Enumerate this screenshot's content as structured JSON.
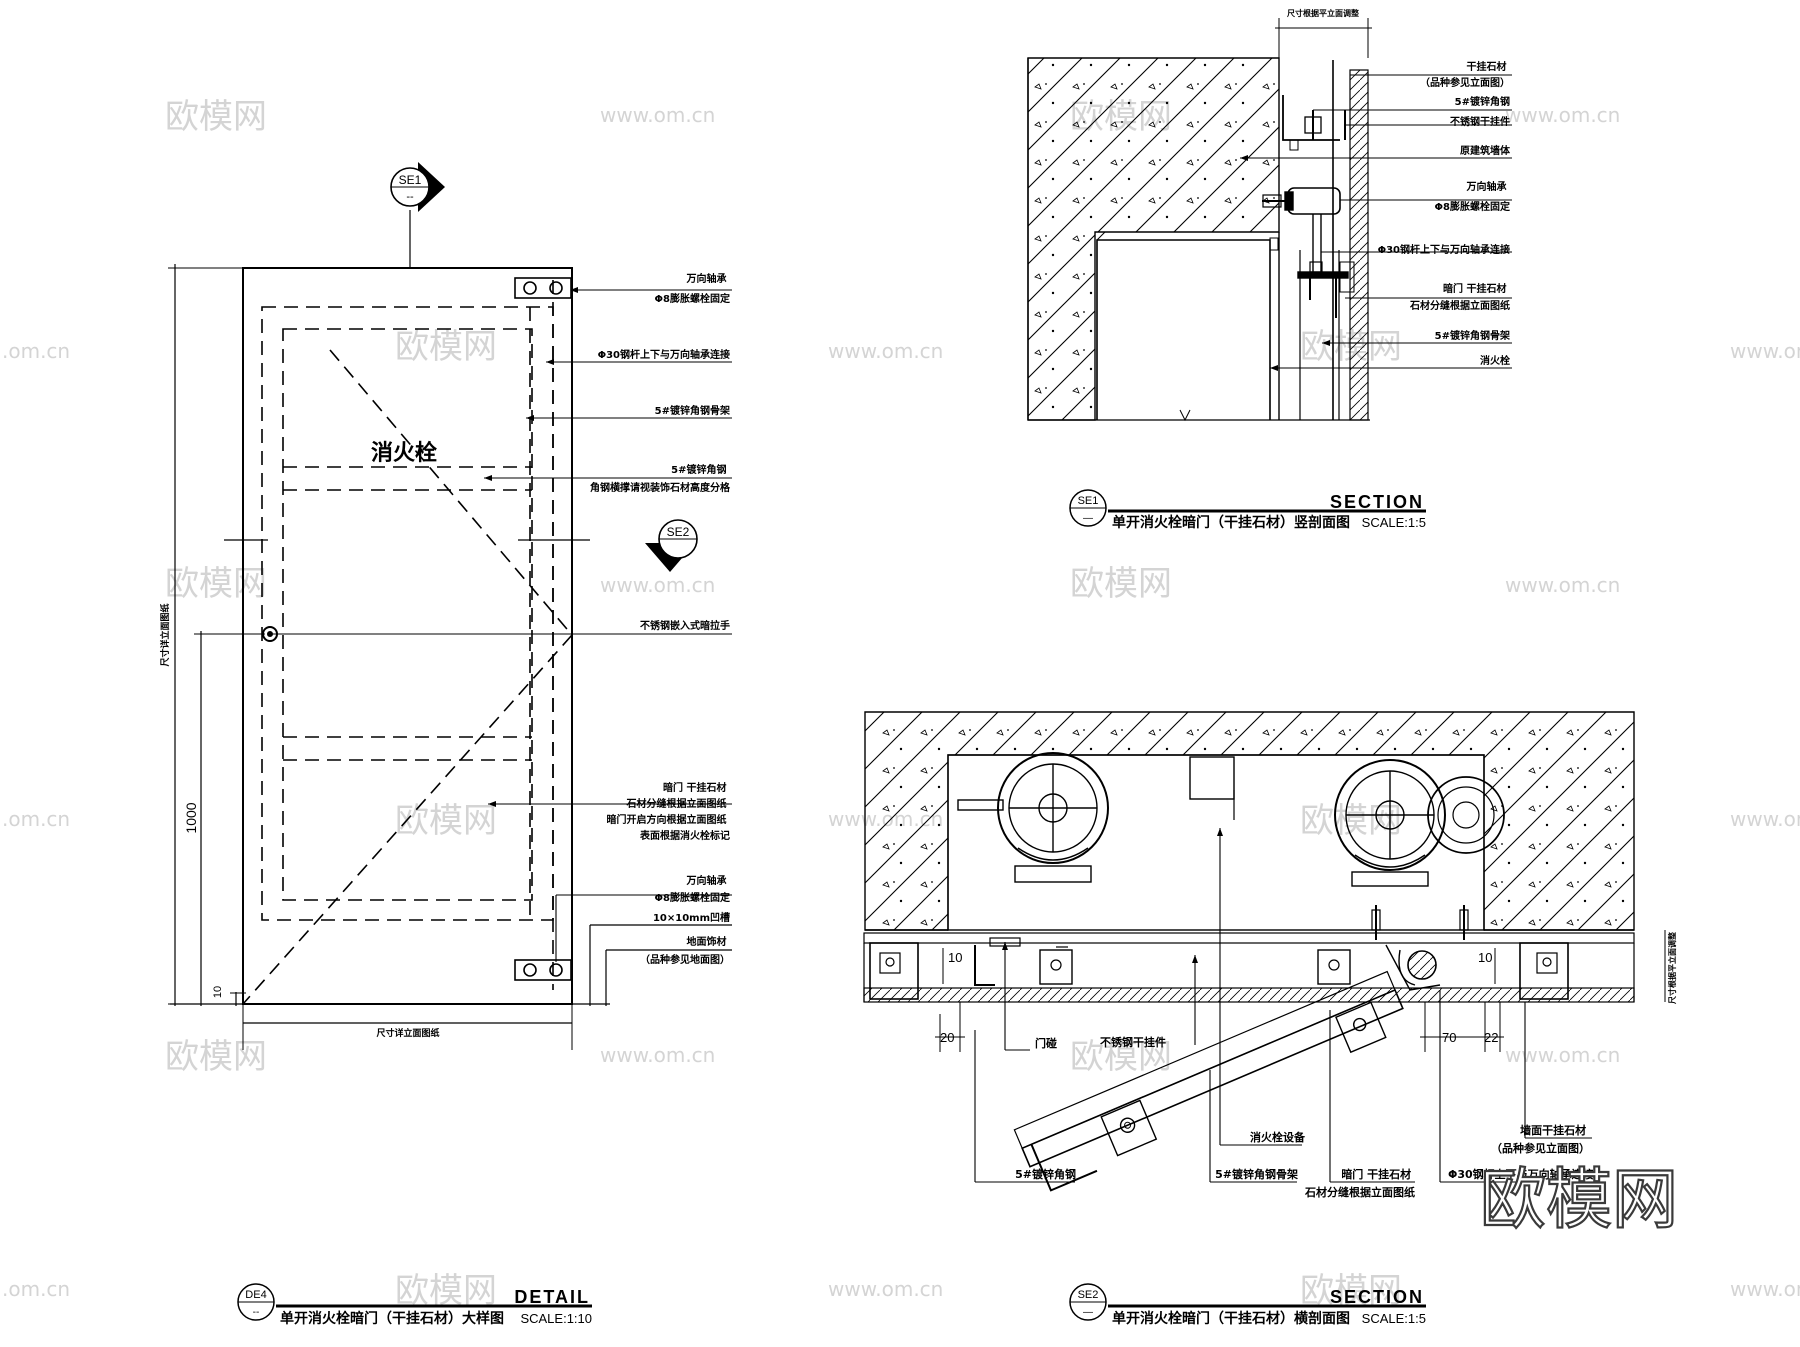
{
  "watermark": {
    "site_cn": "欧模网",
    "site_url": "www.om.cn",
    "site_tail": ".om.cn"
  },
  "door_elevation": {
    "room_label": "消火栓",
    "callouts": [
      [
        "万向轴承",
        "Φ8膨胀螺栓固定"
      ],
      [
        "Φ30钢杆上下与万向轴承连接"
      ],
      [
        "5#镀锌角钢骨架"
      ],
      [
        "5#镀锌角钢",
        "角钢横撑请视装饰石材高度分格"
      ],
      [
        "不锈钢嵌入式暗拉手"
      ],
      [
        "暗门 干挂石材",
        "石材分缝根据立面图纸",
        "暗门开启方向根据立面图纸",
        "表面根据消火栓标记"
      ],
      [
        "万向轴承",
        "Φ8膨胀螺栓固定"
      ],
      [
        "10×10mm凹槽"
      ],
      [
        "地面饰材",
        "（品种参见地面图）"
      ]
    ],
    "dim_total_height": "尺寸详立面图纸",
    "dim_handle_height": "1000",
    "dim_bottom_gap": "10",
    "dim_width": "尺寸详立面图纸",
    "tag_se1": "SE1",
    "tag_se2": "SE2",
    "tag_dash": "--",
    "title_tag": "DE4",
    "title_dash": "--",
    "title_word": "DETAIL",
    "title_cn": "单开消火栓暗门（干挂石材）大样图",
    "title_scale": "SCALE:1:10"
  },
  "vertical_section": {
    "dim_top": "尺寸根据平立面调整",
    "callouts": [
      [
        "干挂石材",
        "（品种参见立面图）"
      ],
      [
        "5#镀锌角钢"
      ],
      [
        "不锈钢干挂件"
      ],
      [
        "原建筑墙体"
      ],
      [
        "万向轴承",
        "Φ8膨胀螺栓固定"
      ],
      [
        "Φ30钢杆上下与万向轴承连接"
      ],
      [
        "暗门 干挂石材",
        "石材分缝根据立面图纸"
      ],
      [
        "5#镀锌角钢骨架"
      ],
      [
        "消火栓"
      ]
    ],
    "title_tag": "SE1",
    "title_dash": "—",
    "title_word": "SECTION",
    "title_cn": "单开消火栓暗门（干挂石材）竖剖面图",
    "title_scale": "SCALE:1:5"
  },
  "horizontal_section": {
    "dims": {
      "left_10": "10",
      "right_10": "10",
      "left_20": "20",
      "d70": "70",
      "d22": "22",
      "side": "尺寸根据平立面调整"
    },
    "callouts": {
      "door_stop": "门碰",
      "hanger": "不锈钢干挂件",
      "equipment": "消火栓设备",
      "angle_left": "5#镀锌角钢",
      "frame": "5#镀锌角钢骨架",
      "hidden_door": [
        "暗门 干挂石材",
        "石材分缝根据立面图纸"
      ],
      "rod": "Φ30钢杆上下与万向轴承连接",
      "wall_stone": [
        "墙面干挂石材",
        "（品种参见立面图）"
      ]
    },
    "title_tag": "SE2",
    "title_dash": "—",
    "title_word": "SECTION",
    "title_cn": "单开消火栓暗门（干挂石材）横剖面图",
    "title_scale": "SCALE:1:5"
  },
  "logo": "欧模网"
}
